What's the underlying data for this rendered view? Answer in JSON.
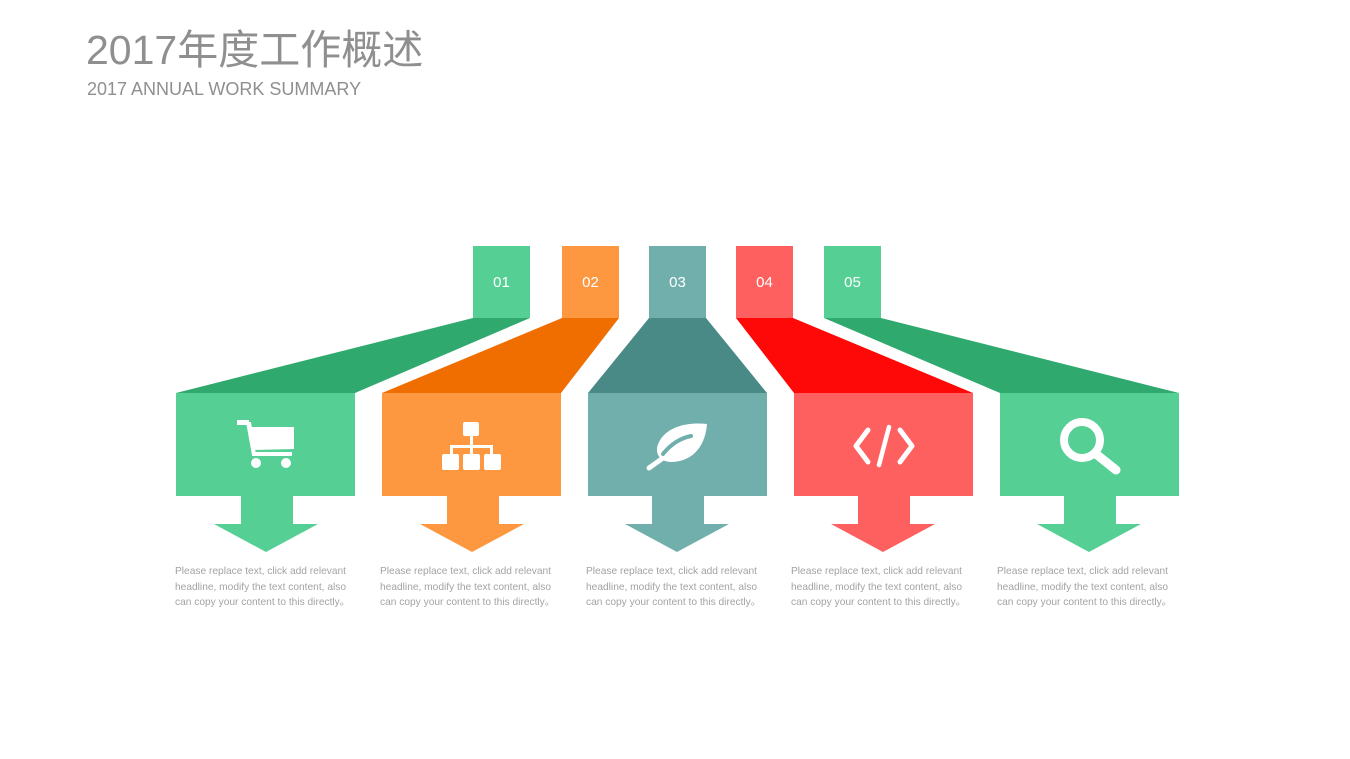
{
  "header": {
    "title": "2017年度工作概述",
    "subtitle": "2017 ANNUAL WORK SUMMARY"
  },
  "colors": {
    "green_light": "#55cf94",
    "green_dark": "#2fa96e",
    "orange_light": "#fe9840",
    "orange_dark": "#f06e00",
    "teal_light": "#70afac",
    "teal_dark": "#4a8a86",
    "red_light": "#fe6060",
    "red_dark": "#ff0808",
    "text_gray": "#8f8f8f",
    "desc_gray": "#a3a3a3"
  },
  "items": [
    {
      "number": "01",
      "icon": "shopping-cart-icon",
      "color": "green",
      "description": "Please replace text, click add relevant headline, modify the text content, also can copy your content to this directly。"
    },
    {
      "number": "02",
      "icon": "sitemap-icon",
      "color": "orange",
      "description": "Please replace text, click add relevant headline, modify the text content, also can copy your content to this directly。"
    },
    {
      "number": "03",
      "icon": "leaf-icon",
      "color": "teal",
      "description": "Please replace text, click add relevant headline, modify the text content, also can copy your content to this directly。"
    },
    {
      "number": "04",
      "icon": "code-icon",
      "color": "red",
      "description": "Please replace text, click add relevant headline, modify the text content, also can copy your content to this directly。"
    },
    {
      "number": "05",
      "icon": "search-icon",
      "color": "green",
      "description": "Please replace text, click add relevant headline, modify the text content, also can copy your content to this directly。"
    }
  ]
}
